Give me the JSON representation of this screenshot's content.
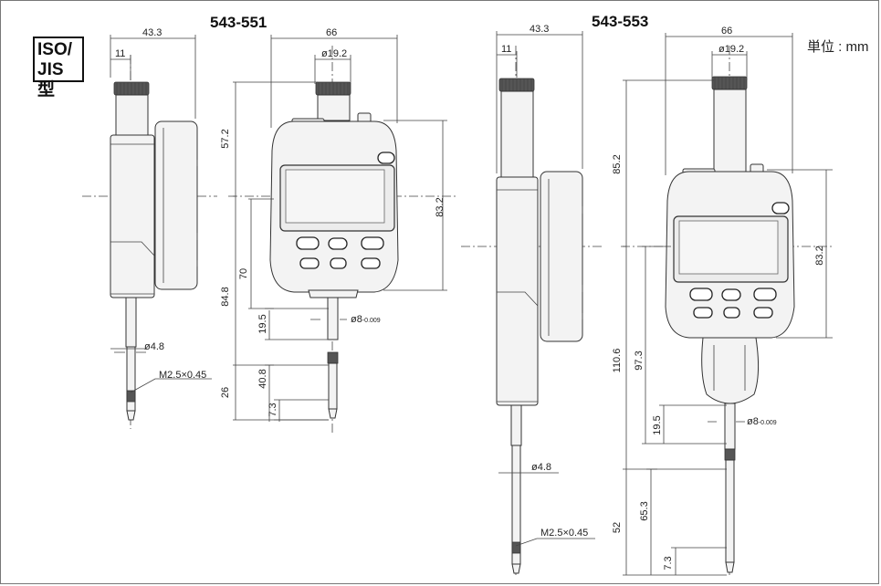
{
  "badge": {
    "line1": "ISO/",
    "line2": "JIS 型"
  },
  "unit_label": "単位 : mm",
  "drawings": [
    {
      "model": "543-551",
      "dims": {
        "total_width": "43.3",
        "offset": "11",
        "face_width": "66",
        "cap_dia": "ø19.2",
        "upper": "57.2",
        "face_height": "83.2",
        "lower": "84.8",
        "to_stem": "70",
        "stem_len": "19.5",
        "stem_dia": "ø8",
        "stem_tol": "-0.009",
        "spindle_dia": "ø4.8",
        "thread": "M2.5×0.45",
        "stroke": "26",
        "spindle": "40.8",
        "tip": "7.3"
      }
    },
    {
      "model": "543-553",
      "dims": {
        "total_width": "43.3",
        "offset": "11",
        "face_width": "66",
        "cap_dia": "ø19.2",
        "upper": "85.2",
        "face_height": "83.2",
        "lower": "110.6",
        "to_stem": "97.3",
        "stem_len": "19.5",
        "stem_dia": "ø8",
        "stem_tol": "-0.009",
        "spindle_dia": "ø4.8",
        "thread": "M2.5×0.45",
        "stroke": "52",
        "spindle": "65.3",
        "tip": "7.3"
      }
    }
  ]
}
